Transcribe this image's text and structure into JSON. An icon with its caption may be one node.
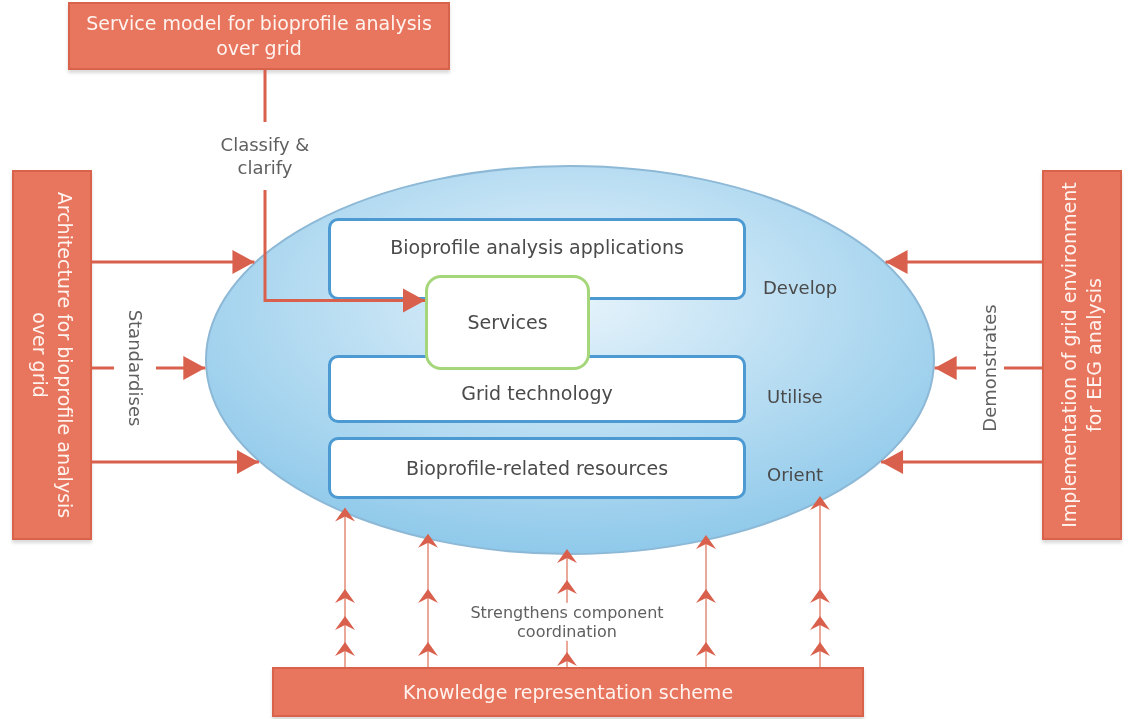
{
  "diagram": {
    "nodes": [
      {
        "text": [
          "Service model for bioprofile analysis over grid"
        ]
      },
      {
        "text": [
          "Architecture for bioprofile analysis over grid"
        ]
      },
      {
        "text": [
          "Implementation of grid environment for EEG analysis"
        ]
      },
      {
        "text": [
          "Knowledge representation scheme"
        ]
      },
      {
        "text": [],
        "shape": "ellipse"
      },
      {
        "text": [
          "Bioprofile analysis applications"
        ],
        "in": 4,
        "beside": [
          "Develop"
        ]
      },
      {
        "text": [
          "Services"
        ],
        "in": 4
      },
      {
        "text": [
          "Grid technology"
        ],
        "in": 4,
        "beside": [
          "Utilise"
        ]
      },
      {
        "text": [
          "Bioprofile-related resources"
        ],
        "in": 4,
        "beside": [
          "Orient"
        ]
      }
    ],
    "edges": [
      {
        "from": 0,
        "to": 6,
        "arrow": "to",
        "label": "Classify & clarify"
      },
      {
        "from": 1,
        "to": 4,
        "arrow": "to"
      },
      {
        "from": 1,
        "to": 4,
        "arrow": "to",
        "label": "Standardises"
      },
      {
        "from": 1,
        "to": 4,
        "arrow": "to"
      },
      {
        "from": 2,
        "to": 4,
        "arrow": "to"
      },
      {
        "from": 2,
        "to": 4,
        "arrow": "to",
        "label": "Demonstrates"
      },
      {
        "from": 2,
        "to": 4,
        "arrow": "to"
      },
      {
        "from": 3,
        "to": 4,
        "arrow": "to"
      },
      {
        "from": 3,
        "to": 4,
        "arrow": "to"
      },
      {
        "from": 3,
        "to": 4,
        "arrow": "to",
        "label": "Strengthens component coordination"
      },
      {
        "from": 3,
        "to": 4,
        "arrow": "to"
      },
      {
        "from": 3,
        "to": 4,
        "arrow": "to"
      }
    ]
  }
}
